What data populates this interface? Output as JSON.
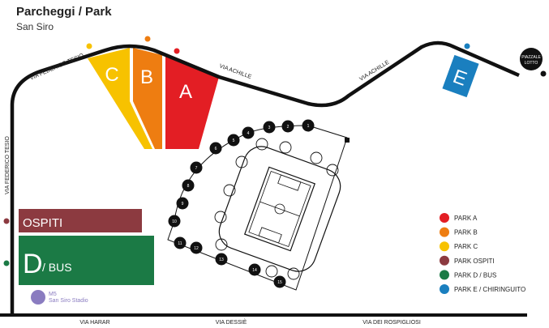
{
  "header": {
    "title": "Parcheggi / Park",
    "subtitle": "San Siro"
  },
  "roads": {
    "federico_tesio_top": "VIA FEDERICO TESIO",
    "federico_tesio_side": "VIA FEDERICO TESIO",
    "achille_1": "VIA ACHILLE",
    "achille_2": "VIA ACHILLE",
    "harar": "VIA HARAR",
    "dessie": "VIA DESSIÈ",
    "rospigliosi": "VIA DEI ROSPIGLIOSI"
  },
  "landmarks": {
    "piazzale_line1": "PIAZZALE",
    "piazzale_line2": "LOTTO",
    "metro_line": "M5",
    "metro_station": "San Siro Stadio"
  },
  "parks": {
    "a": {
      "letter": "A",
      "color": "#e31e24"
    },
    "b": {
      "letter": "B",
      "color": "#ee7d11"
    },
    "c": {
      "letter": "C",
      "color": "#f7c200"
    },
    "e": {
      "letter": "E",
      "color": "#1a7fbf"
    },
    "ospiti": {
      "label": "OSPITI",
      "color": "#8c3a40"
    },
    "d": {
      "letter": "D",
      "suffix": "/ BUS",
      "color": "#1b7a45"
    }
  },
  "gates": [
    "1",
    "2",
    "3",
    "4",
    "5",
    "6",
    "7",
    "8",
    "9",
    "10",
    "11",
    "12",
    "13",
    "14",
    "15"
  ],
  "legend": [
    {
      "label": "PARK A",
      "color": "#e31e24"
    },
    {
      "label": "PARK B",
      "color": "#ee7d11"
    },
    {
      "label": "PARK C",
      "color": "#f7c200"
    },
    {
      "label": "PARK OSPITI",
      "color": "#8c3a40"
    },
    {
      "label": "PARK D / BUS",
      "color": "#1b7a45"
    },
    {
      "label": "PARK E / CHIRINGUITO",
      "color": "#1a7fbf"
    }
  ]
}
